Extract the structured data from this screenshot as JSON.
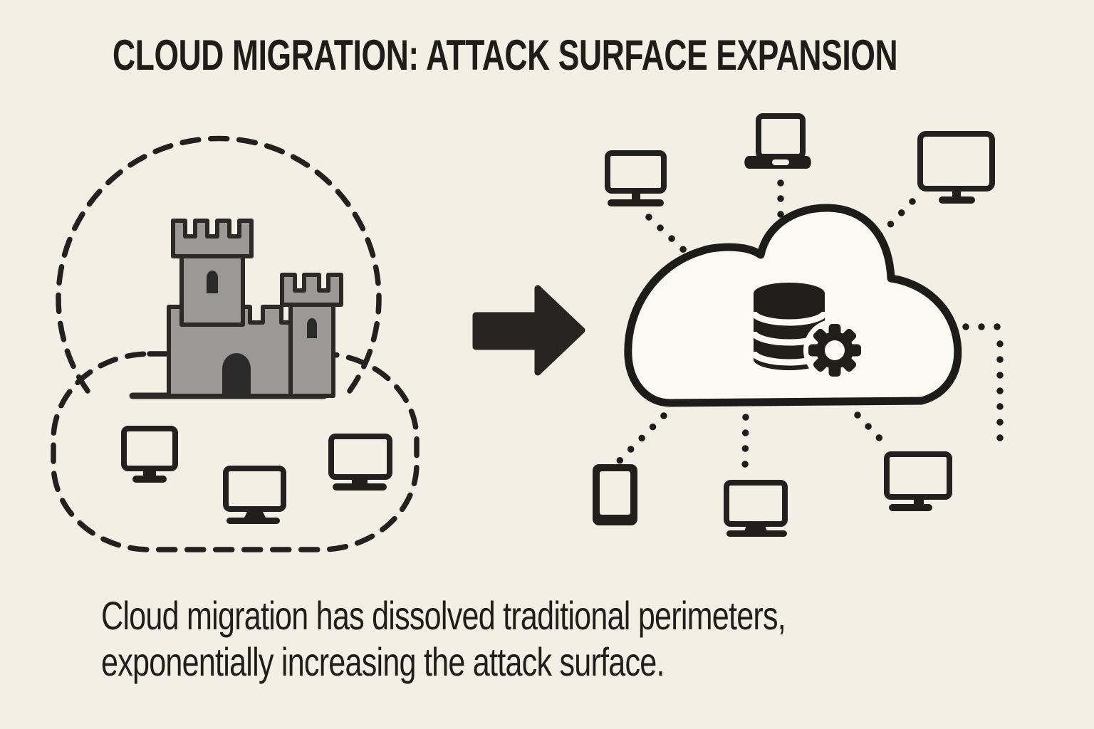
{
  "title": "CLOUD MIGRATION: ATTACK SURFACE EXPANSION",
  "caption": {
    "line1": "Cloud migration has dissolved traditional perimeters,",
    "line2": "exponentially increasing the attack surface."
  },
  "colors": {
    "background": "#f4efe5",
    "ink": "#201f1c",
    "castle_fill": "#9b9995",
    "castle_outline": "#2b2a26",
    "cloud_fill": "#fcf9f2"
  },
  "diagram": {
    "left_zone": {
      "name": "traditional-perimeter",
      "boundary_style": "dashed",
      "icons": [
        "castle-icon",
        "desktop-monitor-icon",
        "desktop-monitor-icon",
        "desktop-monitor-icon"
      ]
    },
    "transition": {
      "icon": "arrow-right-icon"
    },
    "right_zone": {
      "name": "cloud-environment",
      "connection_style": "dotted",
      "icons": [
        "cloud-icon",
        "database-icon",
        "gear-icon",
        "desktop-monitor-icon",
        "laptop-icon",
        "desktop-monitor-icon",
        "tablet-icon",
        "desktop-monitor-icon",
        "desktop-monitor-icon"
      ]
    }
  }
}
